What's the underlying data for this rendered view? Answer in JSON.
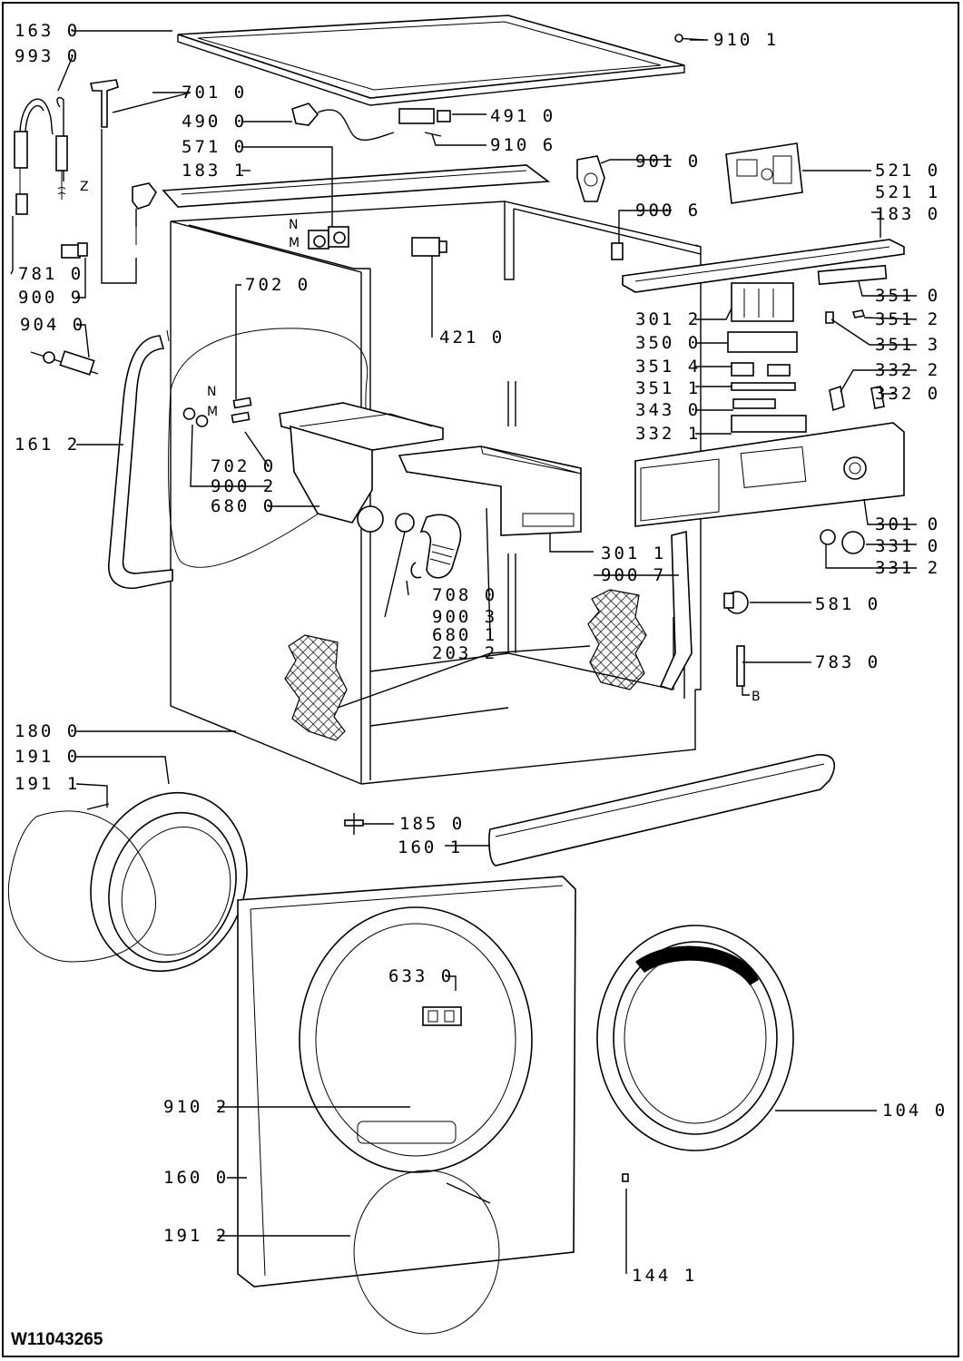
{
  "document_id": "W11043265",
  "labels": {
    "l1630": "163 0",
    "l9930": "993 0",
    "l7010": "701 0",
    "l4900": "490 0",
    "l4910": "491 0",
    "l9106": "910 6",
    "l5710": "571 0",
    "l1831": "183 1",
    "l9101": "910 1",
    "l9010": "901 0",
    "l5210": "521 0",
    "l5211": "521 1",
    "l9006": "900 6",
    "l1830": "183 0",
    "l7810": "781 0",
    "l9009": "900 9",
    "l4210": "421 0",
    "l9040": "904 0",
    "l7020a": "702 0",
    "l3510": "351 0",
    "l3012": "301 2",
    "l3512": "351 2",
    "l3500": "350 0",
    "l3513": "351 3",
    "l3514": "351 4",
    "l3322": "332 2",
    "l3511": "351 1",
    "l3320": "332 0",
    "l3430": "343 0",
    "l3321": "332 1",
    "l1612": "161 2",
    "l7020b": "702 0",
    "l9002": "900 2",
    "l6800": "680 0",
    "l3010": "301 0",
    "l3310": "331 0",
    "l3011": "301 1",
    "l3312": "331 2",
    "l9007": "900 7",
    "l5810": "581 0",
    "l7080": "708 0",
    "l9003": "900 3",
    "l6801": "680 1",
    "l2032": "203 2",
    "l7830": "783 0",
    "l1800": "180 0",
    "l1910": "191 0",
    "l1911": "191 1",
    "l1850": "185 0",
    "l1601": "160 1",
    "l6330": "633 0",
    "l9102": "910 2",
    "l1040": "104 0",
    "l1600": "160 0",
    "l1912": "191 2",
    "l1441": "144 1",
    "Z": "Z",
    "N1": "N",
    "M1": "M",
    "N2": "N",
    "M2": "M",
    "B": "B"
  }
}
